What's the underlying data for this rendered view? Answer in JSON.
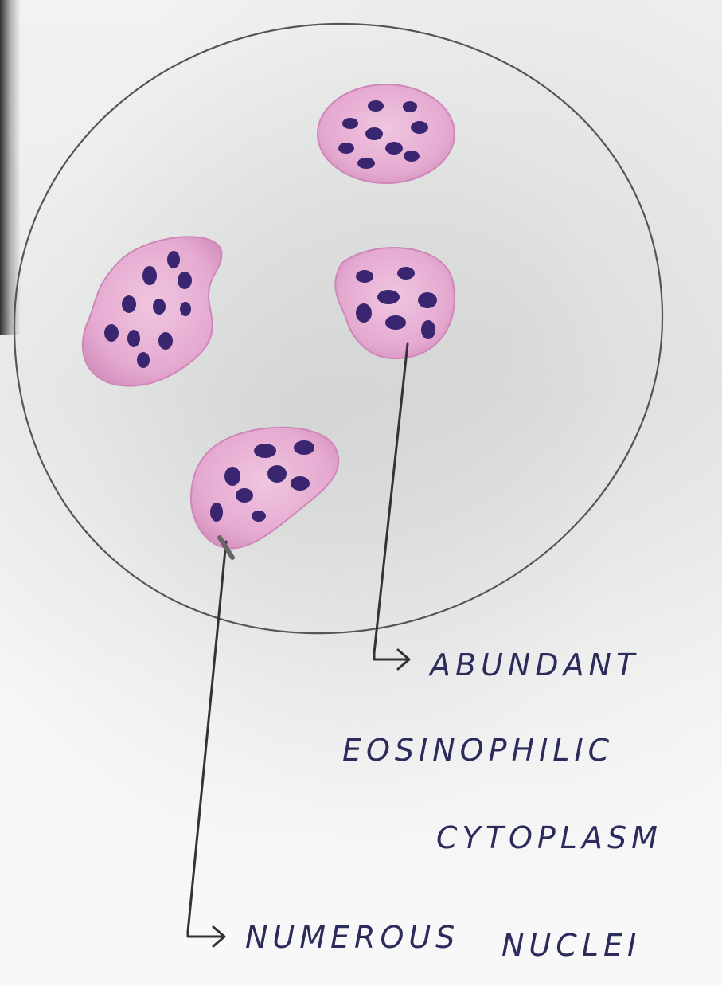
{
  "labels": {
    "abundant": "ABUNDANT",
    "eosinophilic": "EOSINOPHILIC",
    "cytoplasm": "CYTOPLASM",
    "numerous": "NUMEROUS",
    "nuclei": "NUCLEI"
  },
  "colors": {
    "cytoplasm": "#e9b2d6",
    "cytoplasm_edge": "#cf86b8",
    "nucleus": "#3a2670",
    "ink": "#2c2c5c",
    "pencil": "#444444"
  }
}
